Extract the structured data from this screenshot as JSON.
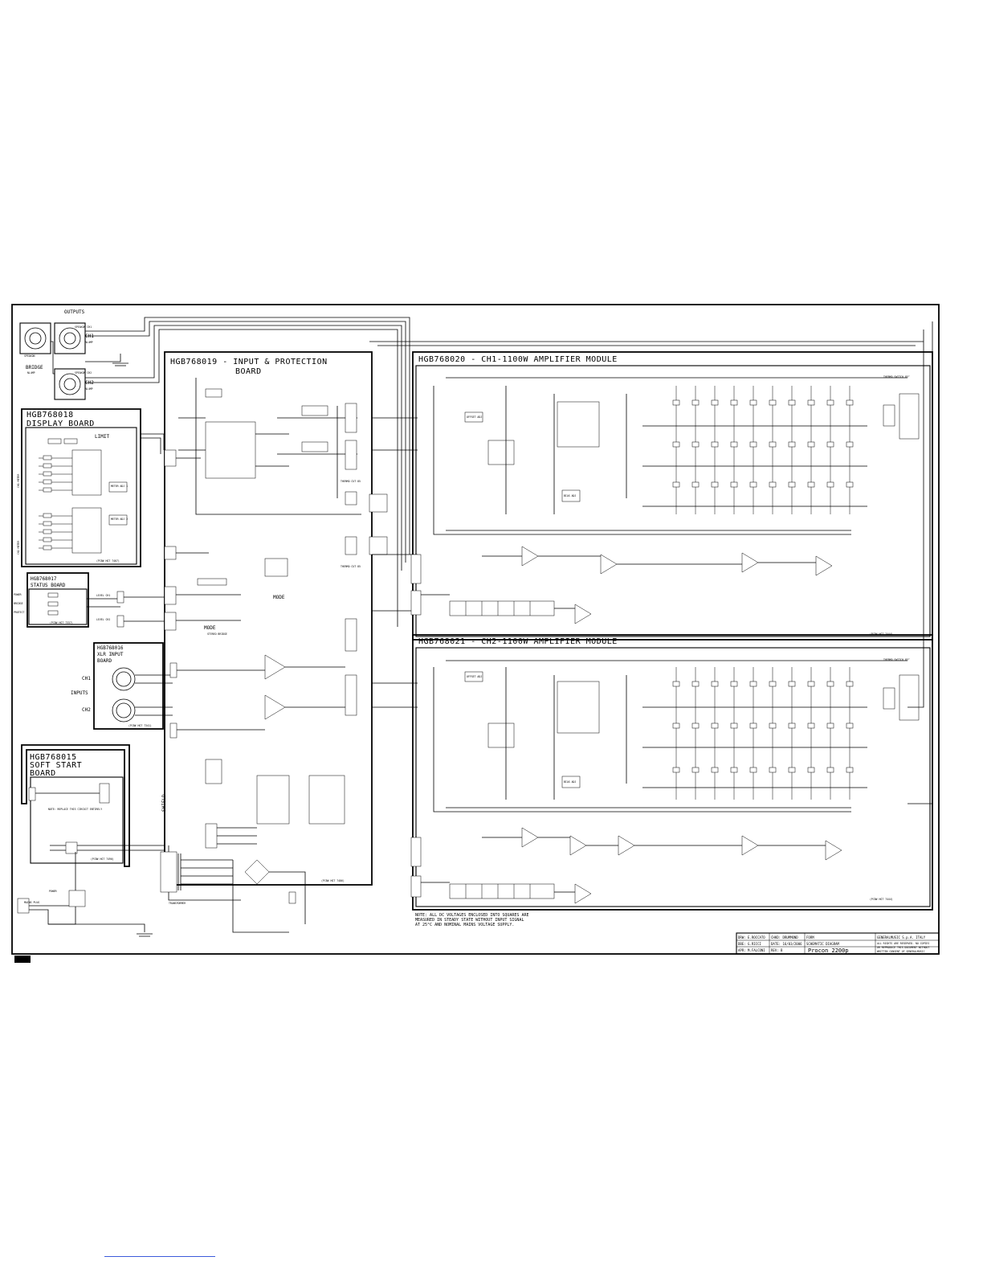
{
  "labels": {
    "outputs": "OUTPUTS",
    "bridge": "BRIDGE",
    "bridge_conn": "NL4MP",
    "spk_top": "SPEAKON",
    "spk_ch1": "SPEAKON CH1",
    "spk_ch2": "SPEAKON CH2",
    "ch1": "CH1",
    "ch2": "CH2",
    "ch1_out": "NL4MP",
    "ch2_out": "NL4MP",
    "display_board": "HGB768018\nDISPLAY BOARD",
    "status_board": "HGB768017\nSTATUS BOARD",
    "xlr_board": "HGB768016\nXLR INPUT\nBOARD",
    "softstart_board": "HGB768015\nSOFT START\nBOARD",
    "protection_board": "HGB768019 - INPUT & PROTECTION\nBOARD",
    "ch1_module": "HGB768020 - CH1-1100W AMPLIFIER MODULE",
    "ch2_module": "HGB768021 - CH2-1100W AMPLIFIER MODULE",
    "limit": "LIMIT",
    "ch1_meter": "CH1 METER",
    "ch2_meter": "CH2 METER",
    "power": "POWER",
    "bridge_led": "BRIDGE",
    "protect": "PROTECT",
    "level_ch1": "LEVEL CH1",
    "level_ch2": "LEVEL CH2",
    "mode": "MODE",
    "mode2": "MODE",
    "stereo_bridge": "STEREO BRIDGE",
    "inputs": "INPUTS",
    "shield": "SHIELD",
    "transformer": "TRANSFORMER",
    "offset_adj": "OFFSET ADJ",
    "bias_adj": "BIAS ADJ",
    "offset_adj2": "OFFSET ADJ",
    "bias_adj2": "BIAS ADJ",
    "meter_adj1": "METER ADJ 1",
    "meter_adj2": "METER ADJ 2",
    "thermo_sw1": "THERMO SWITCH 85°",
    "thermo_sw2": "THERMO SWITCH 85°",
    "pcb_display": "(PCB# HGT 7407)",
    "pcb_status": "(PCB# HGT 7337)",
    "pcb_xlr": "(PCB# HGT 7341)",
    "pcb_protect": "(PCB# HGT 7486)",
    "pcb_ch1": "(PCB# HGT 7444)",
    "pcb_ch2": "(PCB# HGT 7444)",
    "pcb_softstart": "(PCB# HGT 7490)",
    "mains_plug": "MAINS PLUG",
    "power_switch": "POWER",
    "note_softstart": "NOTE: REPLACE THIS CIRCUIT ENTIRELY"
  },
  "note": "NOTE: ALL DC VOLTAGES ENCLOSED INTO SQUARES ARE\nMEASURED IN STEADY STATE WITHOUT INPUT SIGNAL\nAT 25°C AND NOMINAL MAINS VOLTAGE SUPPLY.",
  "title_block": {
    "drw": "DRW: E.ROCCATO",
    "chkd": "CHKD: DRUMMOND",
    "form": "FORM",
    "company": "GENERALMUSIC S.p.A. ITALY",
    "dbe": "DBE: G.RICCI",
    "date": "DATE: 16/03/2006",
    "doc_type": "SCHEMATIC DIAGRAM",
    "rights": "ALL RIGHTS ARE RESERVED. NO COPIES OR REPRODUCE THIS DOCUMENT WITHOUT WRITTEN CONSENT OF GENERALMUSIC",
    "apr": "APR: M.FALCONI",
    "rev": "REV: B",
    "model": "Procon 2200p"
  }
}
